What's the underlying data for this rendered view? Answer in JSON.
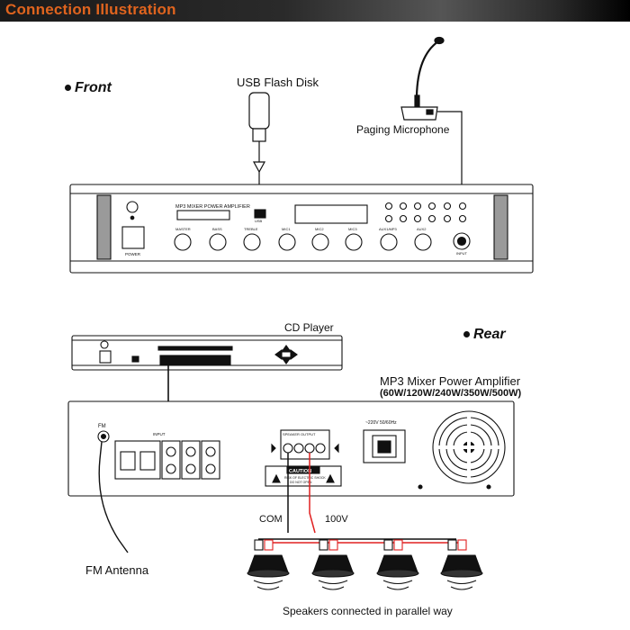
{
  "header": {
    "title": "Connection Illustration"
  },
  "sections": {
    "front": "Front",
    "rear": "Rear"
  },
  "devices": {
    "usb": "USB Flash Disk",
    "microphone": "Paging Microphone",
    "cd_player": "CD Player",
    "amp_name": "MP3 Mixer Power Amplifier",
    "amp_power": "(60W/120W/240W/350W/500W)",
    "fm_antenna": "FM Antenna",
    "speakers": "Speakers connected in parallel way"
  },
  "wiring": {
    "com": "COM",
    "v100": "100V"
  },
  "front_panel": {
    "title": "MP3 MIXER POWER AMPLIFIER",
    "power": "POWER",
    "knobs": [
      "MASTER",
      "BASS",
      "TREBLE",
      "MIC1",
      "MIC2",
      "MIC3",
      "AUX1/MP3",
      "AUX2"
    ],
    "input": "INPUT",
    "usb_port": "USB"
  },
  "rear_panel": {
    "fm": "FM",
    "input": "INPUT",
    "speaker_output": "SPEAKER OUTPUT",
    "caution": "CAUTION",
    "caution_line1": "RISK OF ELECTRIC SHOCK",
    "caution_line2": "DO NOT OPEN",
    "mains": "~220V 50/60Hz"
  },
  "colors": {
    "title": "#e0641e",
    "positive_wire": "#e02020",
    "line": "#111111"
  }
}
